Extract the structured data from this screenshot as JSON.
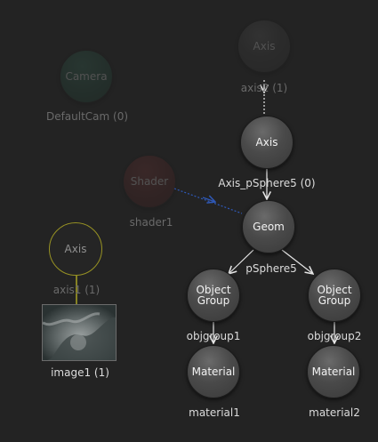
{
  "nodes": {
    "axis_top": {
      "text": "Axis",
      "label": "axis2 (1)"
    },
    "camera": {
      "text": "Camera",
      "label": "DefaultCam (0)"
    },
    "axis_mid": {
      "text": "Axis",
      "label": "Axis_pSphere5 (0)"
    },
    "shader": {
      "text": "Shader",
      "label": "shader1"
    },
    "geom": {
      "text": "Geom",
      "label": "pSphere5"
    },
    "axis_left": {
      "text": "Axis",
      "label": "axis1 (1)"
    },
    "objgroup1": {
      "text": "Object\nGroup",
      "label": "objgroup1"
    },
    "objgroup2": {
      "text": "Object\nGroup",
      "label": "objgroup2"
    },
    "material1": {
      "text": "Material",
      "label": "material1"
    },
    "material2": {
      "text": "Material",
      "label": "material2"
    },
    "image": {
      "label": "image1 (1)"
    }
  },
  "colors": {
    "background": "#232323",
    "edge": "#e6e6e6",
    "shader_edge": "#2f59b8",
    "selected_edge": "#c9c124",
    "camera_node": "#285a48",
    "shader_node": "#632828",
    "node": "#4a4a4a"
  }
}
